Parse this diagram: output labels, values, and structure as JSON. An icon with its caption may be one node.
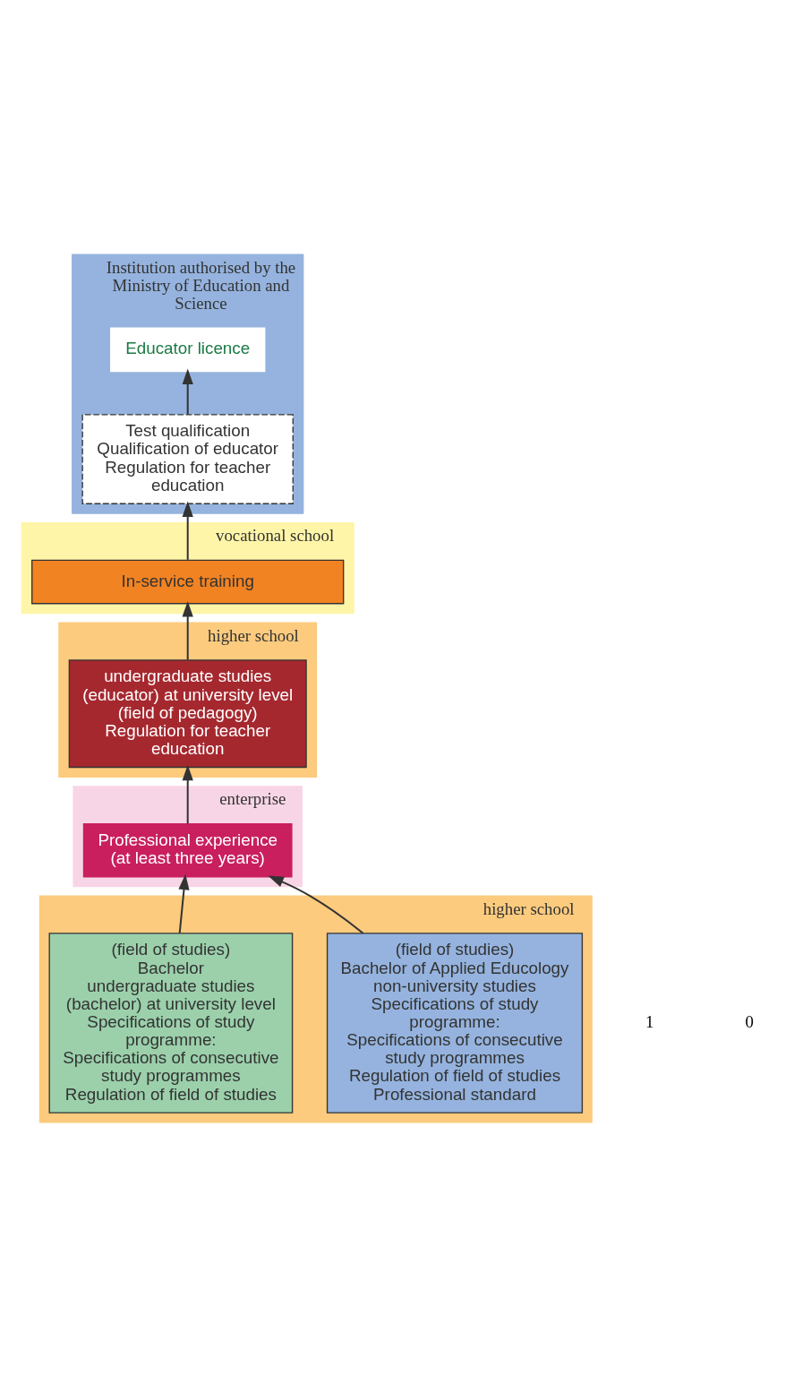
{
  "diagram": {
    "nodes": [
      {
        "text": [
          "Institution authorised by the Ministry of Education and Science"
        ]
      },
      {
        "text": [
          "Educator licence"
        ],
        "in": 0
      },
      {
        "text": [
          "Test qualification",
          "Qualification of educator",
          "Regulation for teacher education"
        ],
        "in": 0
      },
      {
        "text": [
          "vocational school"
        ]
      },
      {
        "text": [
          "In-service training"
        ],
        "in": 3
      },
      {
        "text": [
          "higher school"
        ]
      },
      {
        "text": [
          "undergraduate studies (educator) at university level",
          "(field of pedagogy)",
          "Regulation for teacher education"
        ],
        "in": 5
      },
      {
        "text": [
          "enterprise"
        ]
      },
      {
        "text": [
          "Professional experience",
          "(at least three years)"
        ],
        "in": 7
      },
      {
        "text": [
          "higher school"
        ]
      },
      {
        "text": [
          "(field of studies)",
          "Bachelor",
          "undergraduate studies (bachelor) at university level",
          "Specifications of study programme:",
          "Specifications of consecutive study programmes",
          "Regulation of field of studies"
        ],
        "in": 9
      },
      {
        "text": [
          "(field of studies)",
          "Bachelor of Applied Educology",
          "non-university studies",
          "Specifications of study programme:",
          "Specifications of consecutive study programmes",
          "Regulation of field of studies",
          "Professional standard"
        ],
        "in": 9
      }
    ],
    "edges": [
      {
        "from": 2,
        "to": 1,
        "arrow": "to"
      },
      {
        "from": 4,
        "to": 2,
        "arrow": "to"
      },
      {
        "from": 6,
        "to": 4,
        "arrow": "to"
      },
      {
        "from": 8,
        "to": 6,
        "arrow": "to"
      },
      {
        "from": 10,
        "to": 8,
        "arrow": "to"
      },
      {
        "from": 11,
        "to": 8,
        "arrow": "to"
      }
    ],
    "labels": [
      "1",
      "0"
    ]
  }
}
